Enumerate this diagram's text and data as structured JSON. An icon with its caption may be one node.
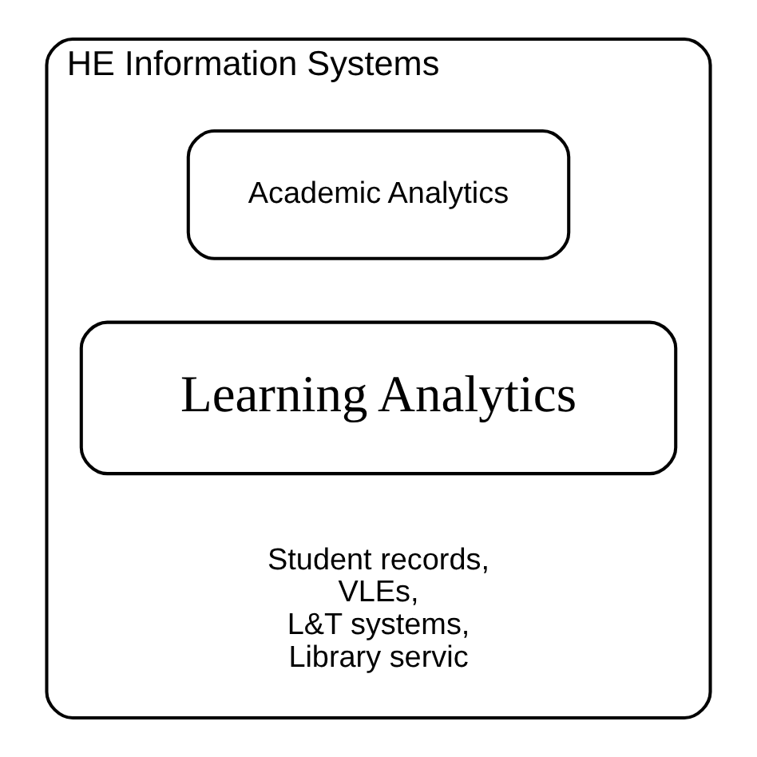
{
  "diagram": {
    "nodes": [
      {
        "text": [
          "HE Information Systems"
        ]
      },
      {
        "text": [
          "Academic Analytics"
        ],
        "in": 0
      },
      {
        "text": [
          "Learning Analytics"
        ],
        "in": 0
      }
    ],
    "labels": [
      "Student records, VLEs, L&T systems, Library servic"
    ]
  }
}
